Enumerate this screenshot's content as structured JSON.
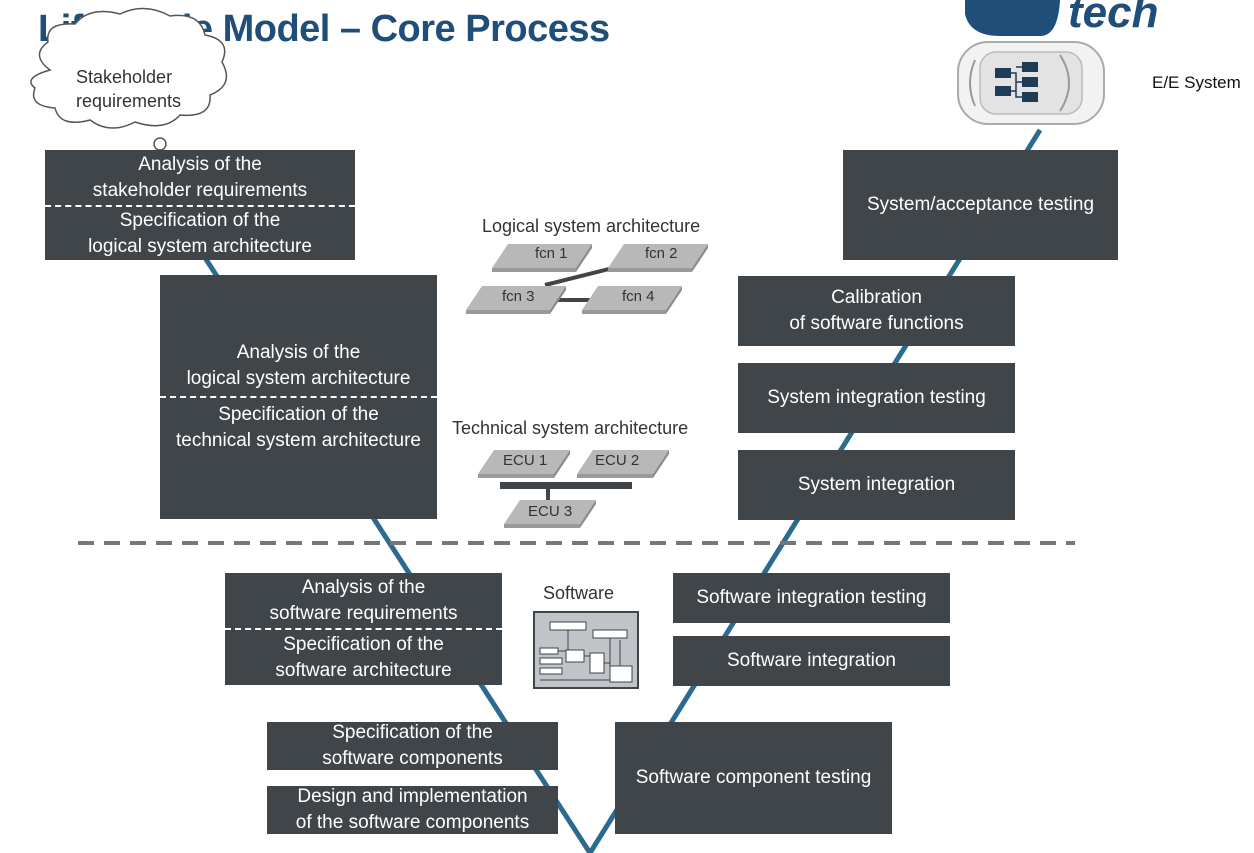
{
  "title": "Life Cycle Model – Core Process",
  "brand": "tech",
  "ee_system": "E/E System",
  "cloud": [
    "Stakeholder",
    "requirements"
  ],
  "boxes": {
    "analysis_stakeholder": [
      "Analysis of the",
      "stakeholder requirements"
    ],
    "spec_logical": [
      "Specification of the",
      "logical system architecture"
    ],
    "analysis_logical": [
      "Analysis of the",
      "logical system architecture"
    ],
    "spec_technical": [
      "Specification of the",
      "technical system architecture"
    ],
    "analysis_software": [
      "Analysis of the",
      "software requirements"
    ],
    "spec_software_arch": [
      "Specification of the",
      "software architecture"
    ],
    "spec_components": [
      "Specification of the",
      "software components"
    ],
    "design_impl": [
      "Design and implementation",
      "of the software components"
    ],
    "system_acceptance": "System/acceptance testing",
    "calibration": [
      "Calibration",
      "of software functions"
    ],
    "system_integration_testing": "System integration testing",
    "system_integration": "System integration",
    "software_integration_testing": "Software integration testing",
    "software_integration": "Software integration",
    "software_component_testing": "Software component testing"
  },
  "logical_arch": {
    "label": "Logical system architecture",
    "fcns": [
      "fcn 1",
      "fcn 2",
      "fcn 3",
      "fcn 4"
    ]
  },
  "technical_arch": {
    "label": "Technical system architecture",
    "ecus": [
      "ECU 1",
      "ECU 2",
      "ECU 3"
    ]
  },
  "software_label": "Software",
  "colors": {
    "box": "#3f4549",
    "v_line": "#2d6a8f",
    "title": "#1f4e79",
    "tile": "#c8c8c8"
  }
}
